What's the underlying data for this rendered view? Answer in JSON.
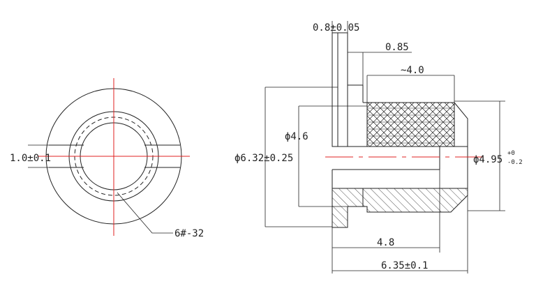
{
  "front_view": {
    "slot_width_label": "1.0±0.1",
    "thread_label": "6#-32"
  },
  "side_view": {
    "flange_thickness_label": "0.8±0.05",
    "gap_label": "0.85",
    "knurl_length_label": "~4.0",
    "bore_diameter_label": "ϕ4.6",
    "outer_diameter_label": "ϕ6.32±0.25",
    "knurl_diameter_label": "ϕ4.95",
    "knurl_tol_upper": "+0",
    "knurl_tol_lower": "-0.2",
    "thread_length_label": "4.8",
    "total_length_label": "6.35±0.1"
  },
  "colors": {
    "line": "#222222",
    "centerline": "#e02020"
  }
}
